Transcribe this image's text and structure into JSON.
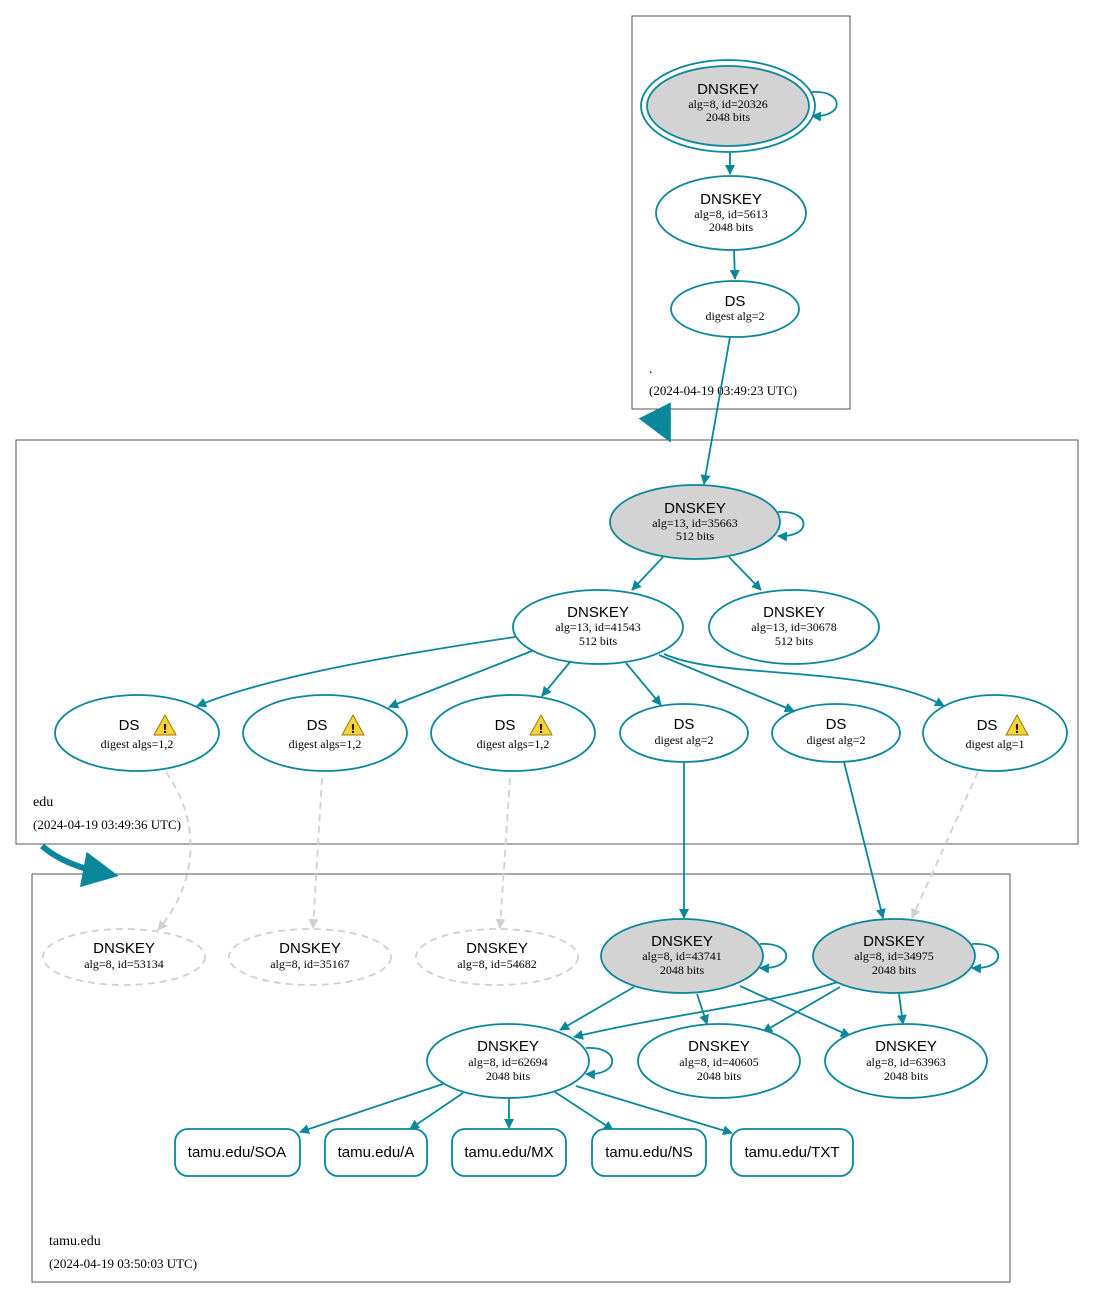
{
  "colors": {
    "edge": "#0a879a",
    "sep_fill": "#d3d3d3",
    "missing": "#d0d0d0",
    "zone_border": "#555555"
  },
  "zones": {
    "root": {
      "name": ".",
      "time": "(2024-04-19 03:49:23 UTC)"
    },
    "edu": {
      "name": "edu",
      "time": "(2024-04-19 03:49:36 UTC)"
    },
    "tamu": {
      "name": "tamu.edu",
      "time": "(2024-04-19 03:50:03 UTC)"
    }
  },
  "nodes": {
    "root_ksk": {
      "title": "DNSKEY",
      "line1": "alg=8, id=20326",
      "line2": "2048 bits"
    },
    "root_zsk": {
      "title": "DNSKEY",
      "line1": "alg=8, id=5613",
      "line2": "2048 bits"
    },
    "root_ds": {
      "title": "DS",
      "line1": "digest alg=2"
    },
    "edu_ksk": {
      "title": "DNSKEY",
      "line1": "alg=13, id=35663",
      "line2": "512 bits"
    },
    "edu_zsk1": {
      "title": "DNSKEY",
      "line1": "alg=13, id=41543",
      "line2": "512 bits"
    },
    "edu_zsk2": {
      "title": "DNSKEY",
      "line1": "alg=13, id=30678",
      "line2": "512 bits"
    },
    "edu_ds1": {
      "title": "DS",
      "line1": "digest algs=1,2",
      "warning": "warning-icon"
    },
    "edu_ds2": {
      "title": "DS",
      "line1": "digest algs=1,2",
      "warning": "warning-icon"
    },
    "edu_ds3": {
      "title": "DS",
      "line1": "digest algs=1,2",
      "warning": "warning-icon"
    },
    "edu_ds4": {
      "title": "DS",
      "line1": "digest alg=2"
    },
    "edu_ds5": {
      "title": "DS",
      "line1": "digest alg=2"
    },
    "edu_ds6": {
      "title": "DS",
      "line1": "digest alg=1",
      "warning": "warning-icon"
    },
    "tamu_m1": {
      "title": "DNSKEY",
      "line1": "alg=8, id=53134"
    },
    "tamu_m2": {
      "title": "DNSKEY",
      "line1": "alg=8, id=35167"
    },
    "tamu_m3": {
      "title": "DNSKEY",
      "line1": "alg=8, id=54682"
    },
    "tamu_ksk1": {
      "title": "DNSKEY",
      "line1": "alg=8, id=43741",
      "line2": "2048 bits"
    },
    "tamu_ksk2": {
      "title": "DNSKEY",
      "line1": "alg=8, id=34975",
      "line2": "2048 bits"
    },
    "tamu_zsk1": {
      "title": "DNSKEY",
      "line1": "alg=8, id=62694",
      "line2": "2048 bits"
    },
    "tamu_zsk2": {
      "title": "DNSKEY",
      "line1": "alg=8, id=40605",
      "line2": "2048 bits"
    },
    "tamu_zsk3": {
      "title": "DNSKEY",
      "line1": "alg=8, id=63963",
      "line2": "2048 bits"
    }
  },
  "records": {
    "soa": "tamu.edu/SOA",
    "a": "tamu.edu/A",
    "mx": "tamu.edu/MX",
    "ns": "tamu.edu/NS",
    "txt": "tamu.edu/TXT"
  }
}
